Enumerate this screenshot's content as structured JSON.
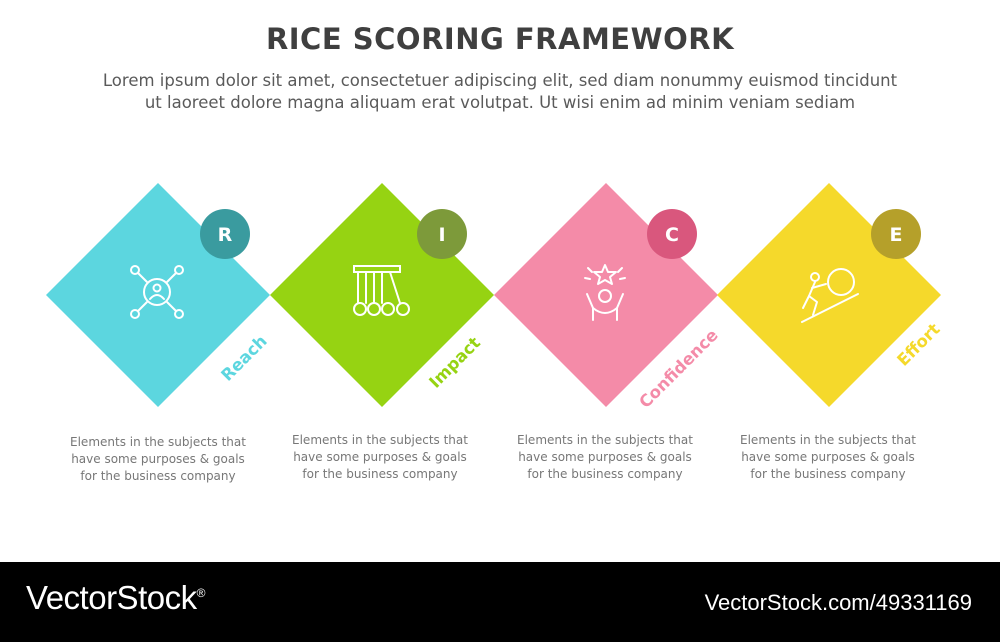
{
  "header": {
    "title": "RICE SCORING FRAMEWORK",
    "subtitle_line1": "Lorem ipsum dolor sit amet, consectetuer adipiscing elit, sed diam nonummy euismod tincidunt",
    "subtitle_line2": "ut laoreet dolore magna aliquam erat volutpat. Ut wisi enim ad minim veniam sediam"
  },
  "steps": [
    {
      "letter": "R",
      "label": "Reach",
      "icon": "network-user-icon",
      "color": "#5cd6df",
      "badge_color": "#3a9b9f",
      "desc": [
        "Elements in the subjects that",
        "have  some purposes & goals",
        "for the  business company"
      ]
    },
    {
      "letter": "I",
      "label": "Impact",
      "icon": "newtons-cradle-icon",
      "color": "#96d312",
      "badge_color": "#7d9a3a",
      "desc": [
        "Elements in the subjects that",
        "have  some purposes & goals",
        "for the  business company"
      ]
    },
    {
      "letter": "C",
      "label": "Confidence",
      "icon": "person-star-icon",
      "color": "#f48ba8",
      "badge_color": "#d9577d",
      "desc": [
        "Elements in the subjects that",
        "have  some purposes & goals",
        "for the  business company"
      ]
    },
    {
      "letter": "E",
      "label": "Effort",
      "icon": "push-boulder-icon",
      "color": "#f5d92b",
      "badge_color": "#b5a02a",
      "desc": [
        "Elements in the subjects that",
        "have  some purposes & goals",
        "for the  business company"
      ]
    }
  ],
  "footer": {
    "brand": "VectorStock",
    "registered": "®",
    "image_id": "VectorStock.com/49331169"
  }
}
